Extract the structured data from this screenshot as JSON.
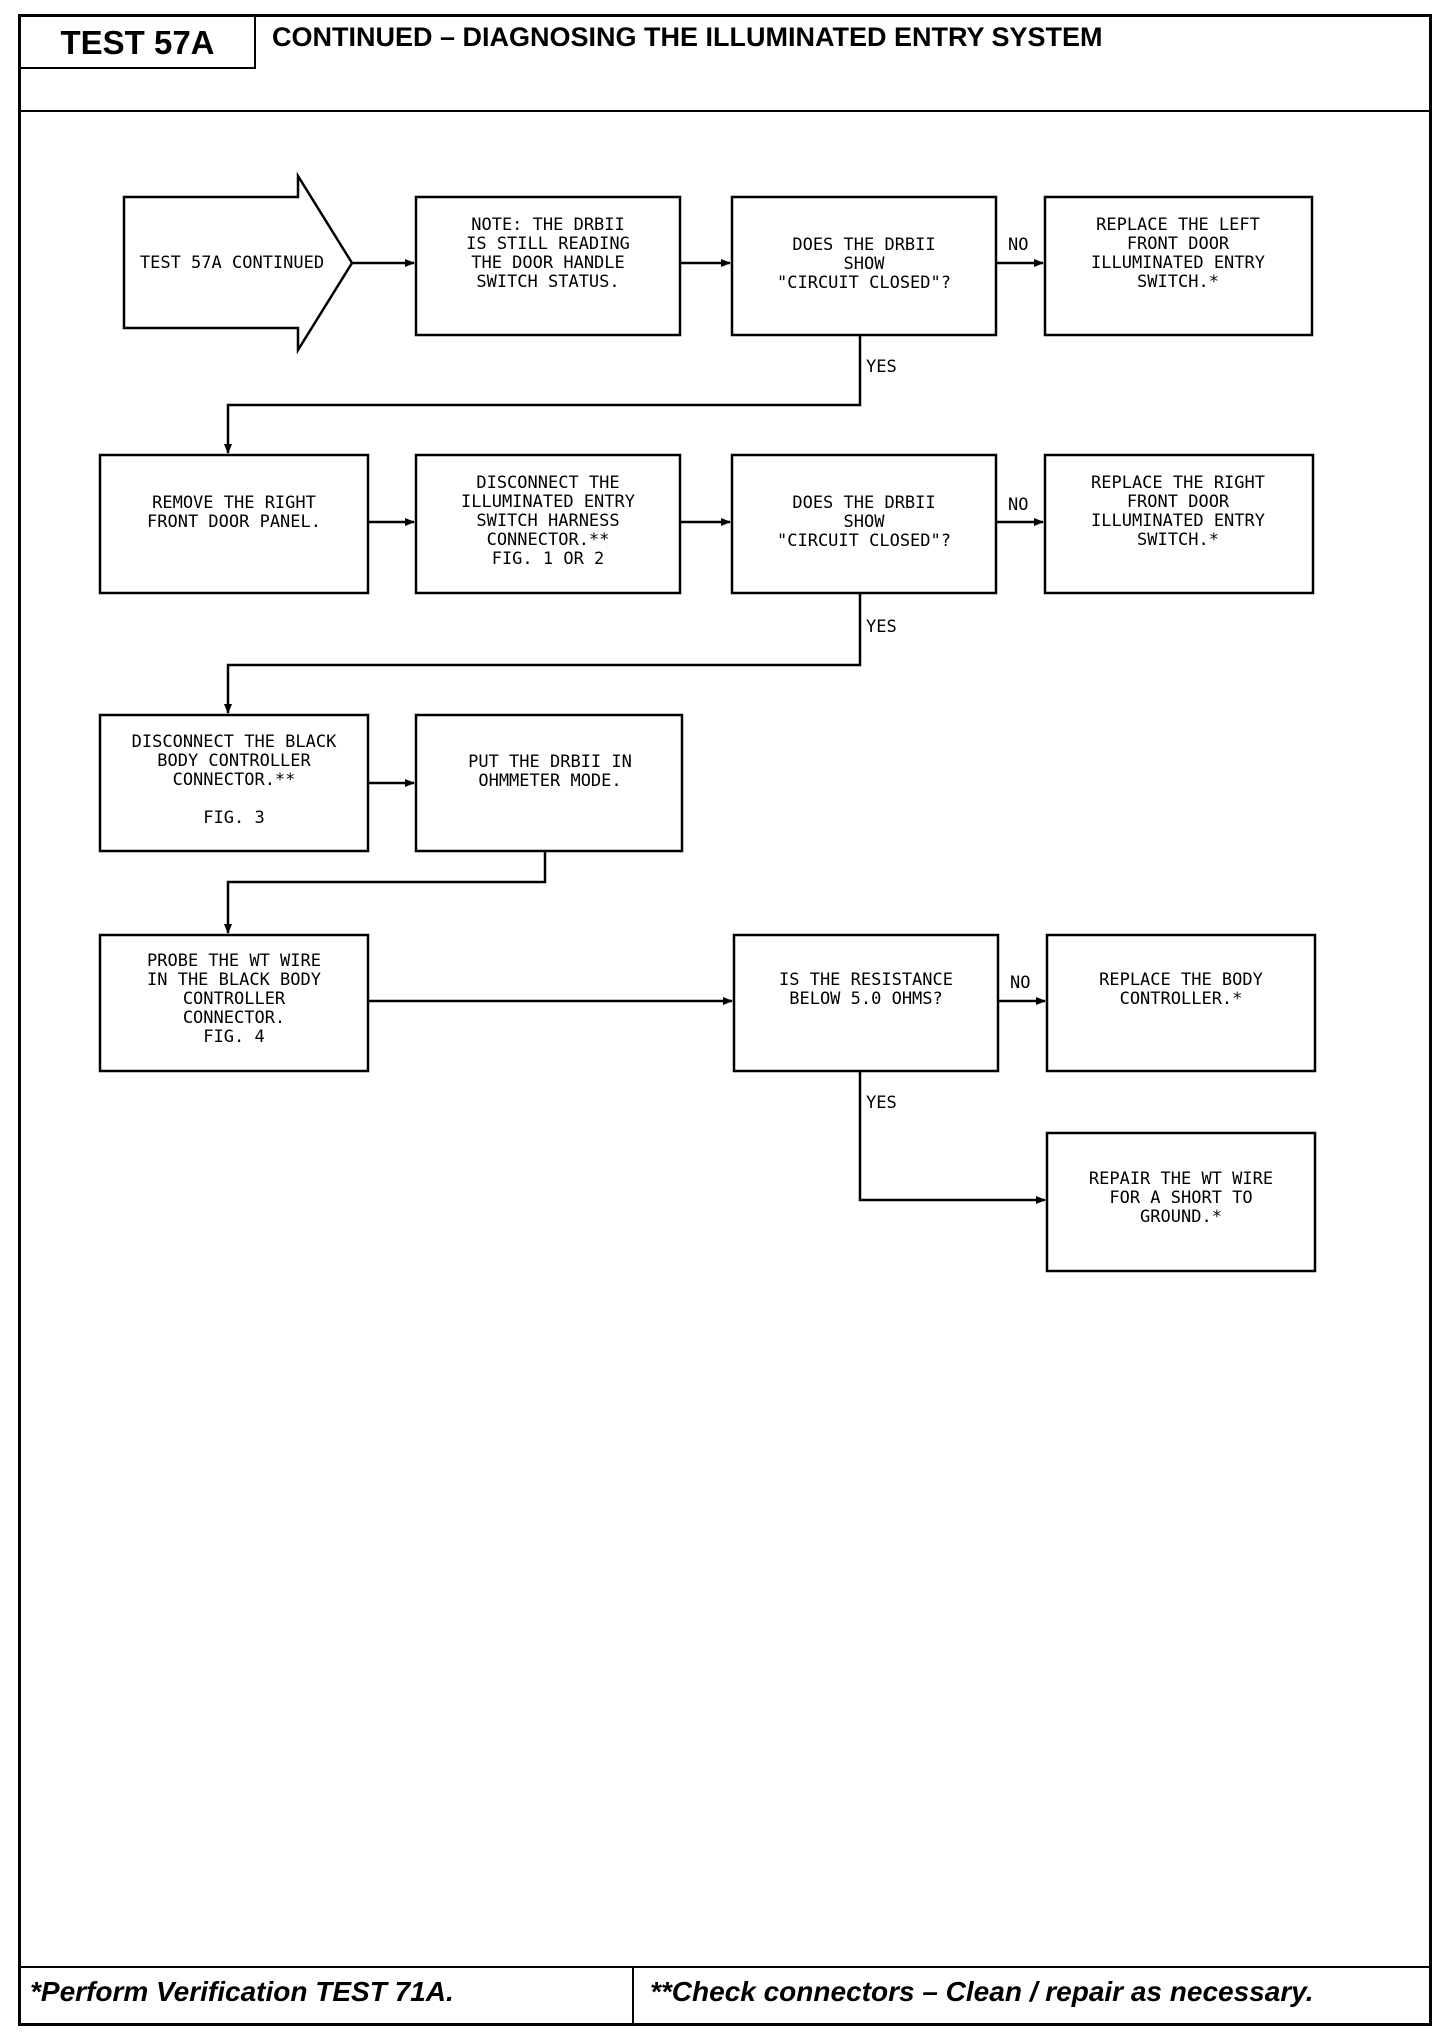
{
  "header": {
    "test_label": "TEST 57A",
    "title": "CONTINUED – DIAGNOSING THE ILLUMINATED ENTRY SYSTEM"
  },
  "flow": {
    "start": [
      "TEST 57A CONTINUED"
    ],
    "note_drbii": [
      "NOTE:  THE DRBII",
      "IS STILL READING",
      "THE DOOR HANDLE",
      "SWITCH STATUS."
    ],
    "q_circuit_closed_1": [
      "DOES THE DRBII",
      "SHOW",
      "\"CIRCUIT CLOSED\"?"
    ],
    "replace_left_switch": [
      "REPLACE THE LEFT",
      "FRONT DOOR",
      "ILLUMINATED ENTRY",
      "SWITCH.*"
    ],
    "remove_right_panel": [
      "REMOVE THE RIGHT",
      "FRONT DOOR PANEL."
    ],
    "disconnect_switch_connector": [
      "DISCONNECT THE",
      "ILLUMINATED ENTRY",
      "SWITCH HARNESS",
      "CONNECTOR.**",
      "FIG. 1 OR 2"
    ],
    "q_circuit_closed_2": [
      "DOES THE DRBII",
      "SHOW",
      "\"CIRCUIT CLOSED\"?"
    ],
    "replace_right_switch": [
      "REPLACE THE RIGHT",
      "FRONT DOOR",
      "ILLUMINATED ENTRY",
      "SWITCH.*"
    ],
    "disconnect_bcm_connector": [
      "DISCONNECT THE BLACK",
      "BODY CONTROLLER",
      "CONNECTOR.**",
      "",
      "FIG. 3"
    ],
    "ohmmeter_mode": [
      "PUT THE DRBII IN",
      "OHMMETER MODE."
    ],
    "probe_wt_wire": [
      "PROBE THE WT WIRE",
      "IN THE BLACK BODY",
      "CONTROLLER",
      "CONNECTOR.",
      "FIG. 4"
    ],
    "q_resistance": [
      "IS THE RESISTANCE",
      "BELOW 5.0 OHMS?"
    ],
    "replace_body_controller": [
      "REPLACE THE BODY",
      "CONTROLLER.*"
    ],
    "repair_wt_wire": [
      "REPAIR THE WT WIRE",
      "FOR A SHORT TO",
      "GROUND.*"
    ],
    "labels": {
      "no": "NO",
      "yes": "YES"
    }
  },
  "footer": {
    "left": "*Perform Verification TEST 71A.",
    "right": "**Check connectors – Clean / repair as necessary."
  }
}
